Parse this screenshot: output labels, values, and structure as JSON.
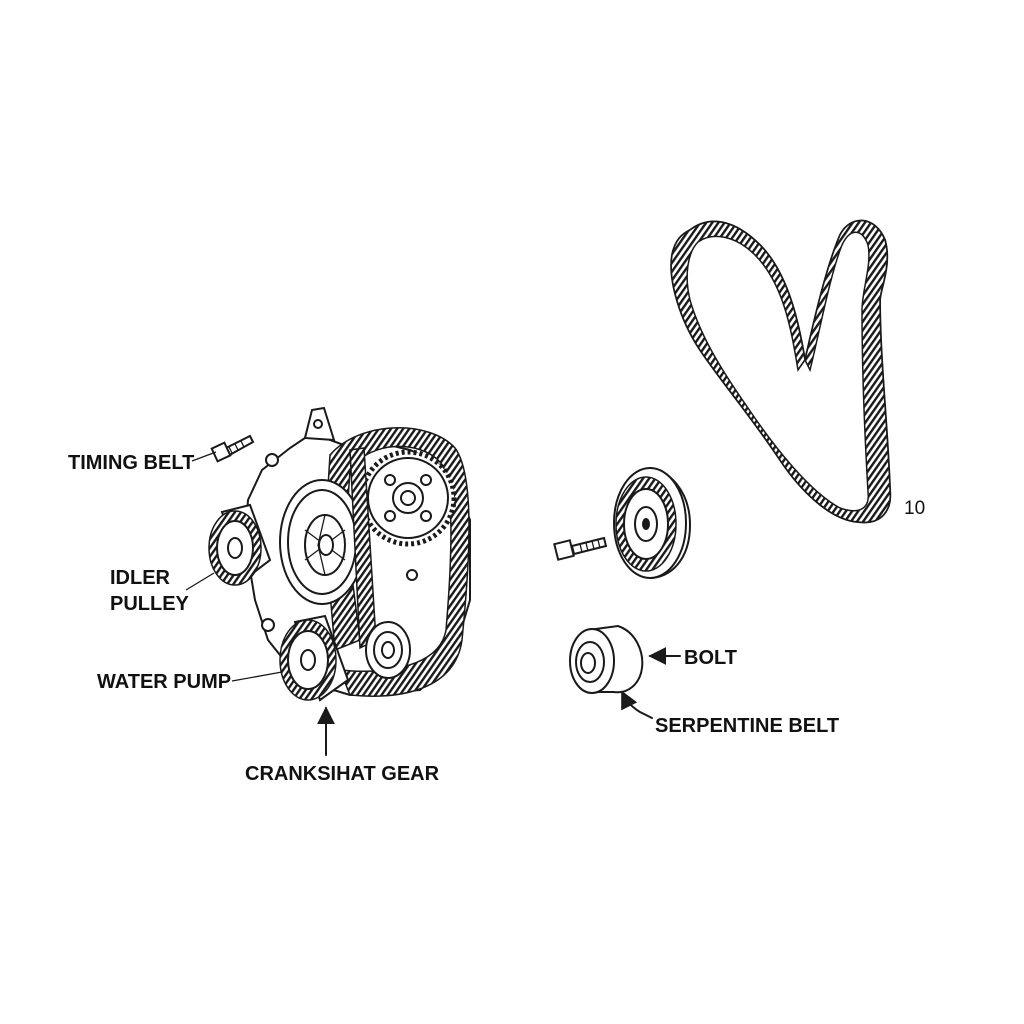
{
  "labels": {
    "timing_belt": "TIMING BELT",
    "idler_pulley_line1": "IDLER",
    "idler_pulley_line2": "PULLEY",
    "water_pump": "WATER PUMP",
    "crankshaft_gear": "CRANKSIHAT GEAR",
    "bolt": "BOLT",
    "serpentine_belt": "SERPENTINE BELT",
    "part_number": "10"
  }
}
